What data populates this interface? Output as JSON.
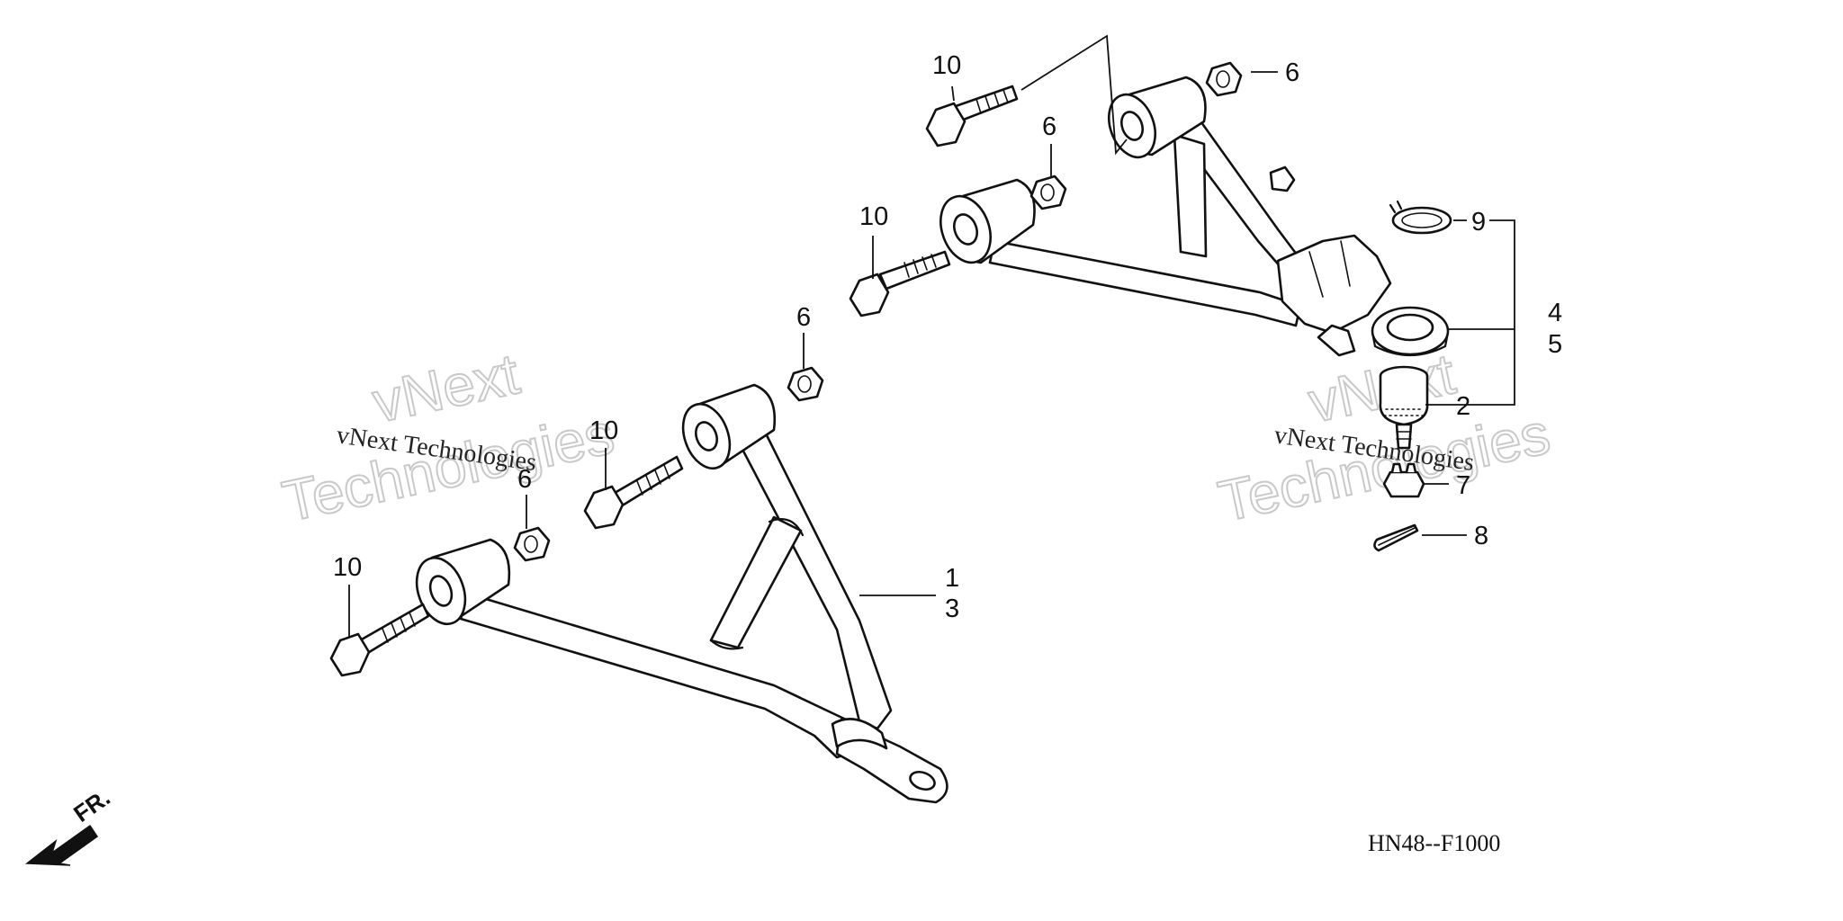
{
  "diagram_code": "HN48--F1000",
  "front_marker": "FR.",
  "watermarks": [
    {
      "small": "vNext Technologies",
      "big_line1": "vNext",
      "big_line2": "Technologies"
    },
    {
      "small": "vNext Technologies",
      "big_line1": "vNext",
      "big_line2": "Technologies"
    }
  ],
  "callouts": {
    "c10_upper_top": "10",
    "c6_upper_right": "6",
    "c6_upper_mid": "6",
    "c10_upper_left": "10",
    "c9": "9",
    "c4": "4",
    "c5": "5",
    "c2": "2",
    "c7": "7",
    "c8": "8",
    "c6_lower_right": "6",
    "c10_lower_mid": "10",
    "c6_lower_left": "6",
    "c10_lower_left": "10",
    "c1": "1",
    "c3": "3"
  }
}
